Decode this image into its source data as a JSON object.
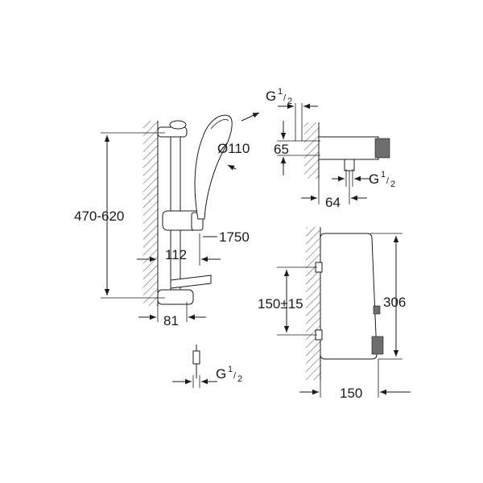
{
  "dimensions": {
    "top_connection": {
      "main": "G",
      "sup": "1",
      "sub": "2"
    },
    "side_connection": {
      "main": "G",
      "sup": "1",
      "sub": "2"
    },
    "hose_connection": {
      "main": "G",
      "sup": "1",
      "sub": "2"
    },
    "handshower_diameter": "Ø110",
    "valve_height": "65",
    "valve_projection": "64",
    "rail_adjustable_height": "470-620",
    "hose_length": "1750",
    "rail_projection_upper": "112",
    "rail_projection_lower": "81",
    "inlet_centers": "150±15",
    "thermostat_height": "306",
    "thermostat_depth": "150"
  },
  "colors": {
    "line": "#1a1a1a",
    "grey_part": "#6e6e6e",
    "background": "#ffffff"
  }
}
